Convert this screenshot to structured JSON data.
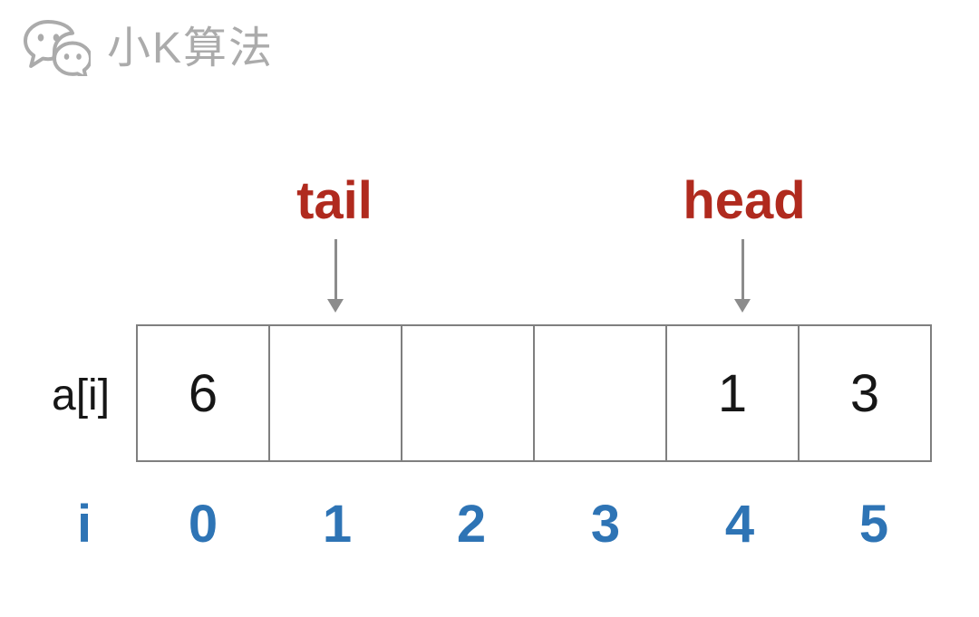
{
  "brand": {
    "name": "小K算法",
    "icon": "wechat-icon",
    "color": "#ABABAB"
  },
  "pointers": {
    "tail": {
      "label": "tail",
      "points_to_index": 1
    },
    "head": {
      "label": "head",
      "points_to_index": 4
    }
  },
  "array": {
    "label": "a[i]",
    "cells": [
      "6",
      "",
      "",
      "",
      "1",
      "3"
    ]
  },
  "index_row": {
    "label": "i",
    "values": [
      "0",
      "1",
      "2",
      "3",
      "4",
      "5"
    ]
  },
  "colors": {
    "pointer_text": "#B02A1E",
    "index_text": "#2E74B5",
    "cell_border": "#7F7F7F",
    "arrow": "#8C8C8C",
    "value_text": "#161616",
    "brand_gray": "#ABABAB",
    "background": "#FFFFFF"
  }
}
